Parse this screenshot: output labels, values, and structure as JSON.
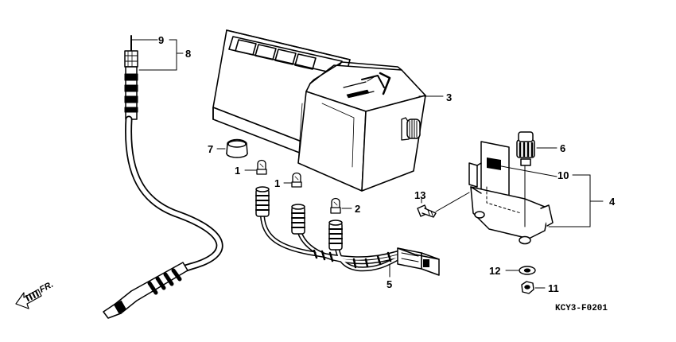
{
  "diagram": {
    "code": "KCY3-F0201",
    "direction_label": "FR.",
    "callouts": [
      {
        "id": "c9",
        "label": "9"
      },
      {
        "id": "c8",
        "label": "8"
      },
      {
        "id": "c3",
        "label": "3"
      },
      {
        "id": "c7",
        "label": "7"
      },
      {
        "id": "c1a",
        "label": "1"
      },
      {
        "id": "c1b",
        "label": "1"
      },
      {
        "id": "c2",
        "label": "2"
      },
      {
        "id": "c6",
        "label": "6"
      },
      {
        "id": "c10",
        "label": "10"
      },
      {
        "id": "c4",
        "label": "4"
      },
      {
        "id": "c13",
        "label": "13"
      },
      {
        "id": "c5",
        "label": "5"
      },
      {
        "id": "c12",
        "label": "12"
      },
      {
        "id": "c11",
        "label": "11"
      }
    ]
  }
}
